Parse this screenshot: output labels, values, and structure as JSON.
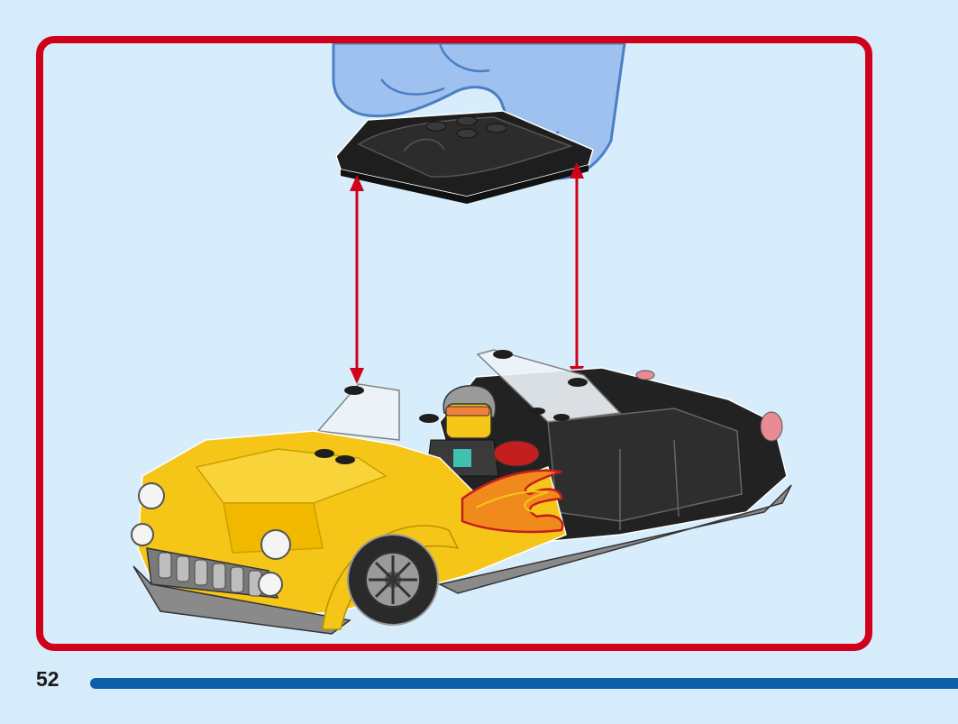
{
  "page": {
    "number": "52",
    "background_color": "#d6ecfb"
  },
  "step_frame": {
    "border_color": "#d0021b",
    "callout": "attach-part-to-car"
  },
  "illustration": {
    "part": "black-curved-roof-plate",
    "model": "yellow-and-black-hot-rod-with-flame-decals",
    "minifigure": "driver-with-gray-hair-and-orange-visor",
    "arrow_color": "#d0021b"
  },
  "progress": {
    "bar_color": "#0c60ab"
  }
}
